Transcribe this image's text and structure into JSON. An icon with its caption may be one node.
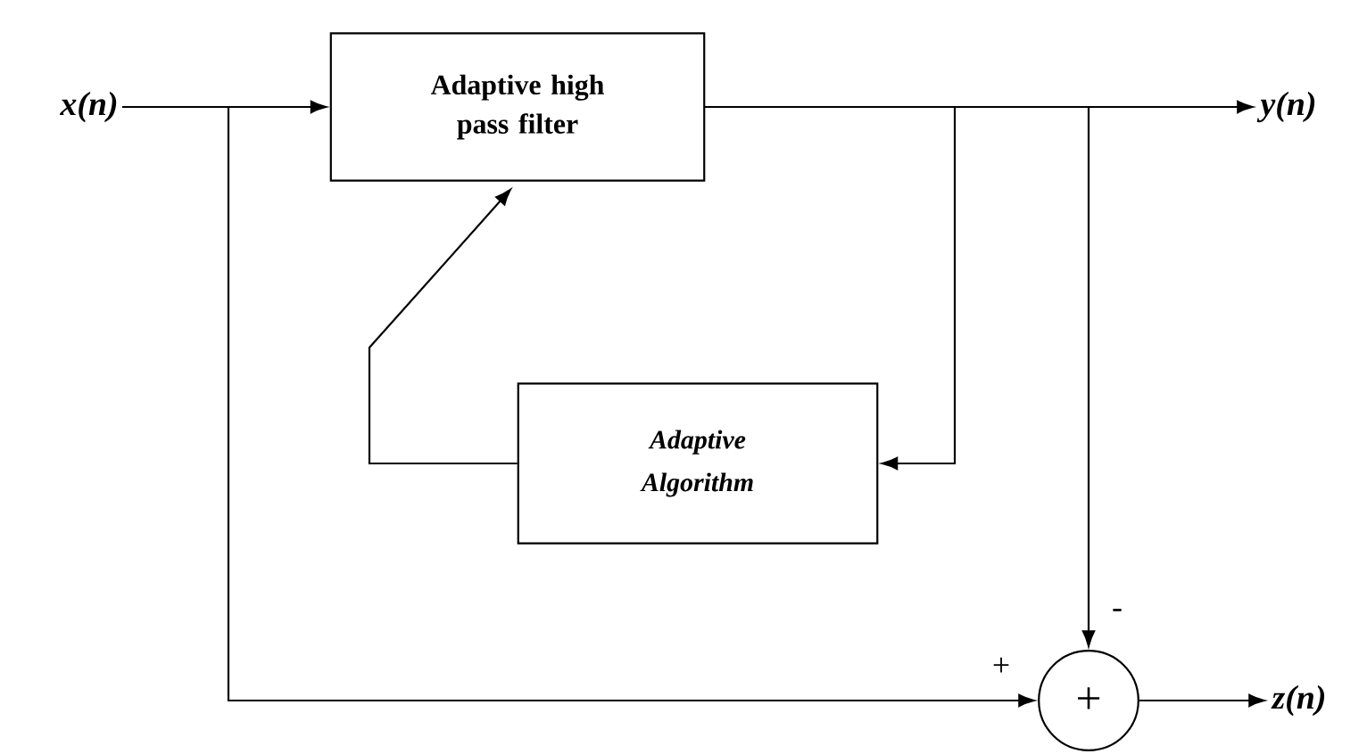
{
  "diagram": {
    "nodes": [
      {
        "text": [
          "x(n)"
        ]
      },
      {
        "text": [
          "Adaptive high pass filter"
        ]
      },
      {
        "text": [
          "y(n)"
        ]
      },
      {
        "text": [
          "Adaptive Algorithm"
        ]
      },
      {
        "text": [
          "+"
        ]
      },
      {
        "text": [
          "z(n)"
        ]
      }
    ],
    "edges": [
      {
        "from": 0,
        "to": 1,
        "arrow": "to"
      },
      {
        "from": 1,
        "to": 2,
        "arrow": "to"
      },
      {
        "from": 1,
        "to": 3,
        "arrow": "to"
      },
      {
        "from": 3,
        "to": 1,
        "arrow": "to"
      },
      {
        "from": 0,
        "to": 4,
        "arrow": "to",
        "label": "+"
      },
      {
        "from": 1,
        "to": 4,
        "arrow": "to",
        "label": "-"
      },
      {
        "from": 4,
        "to": 5,
        "arrow": "to"
      }
    ]
  }
}
